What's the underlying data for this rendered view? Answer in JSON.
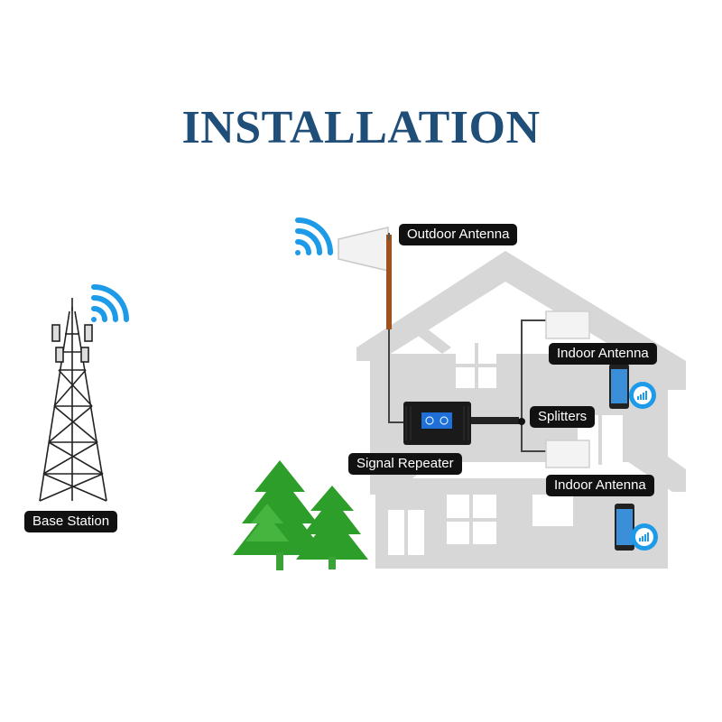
{
  "title": "INSTALLATION",
  "labels": {
    "outdoor_antenna": "Outdoor Antenna",
    "indoor_antenna_top": "Indoor Antenna",
    "splitters": "Splitters",
    "signal_repeater": "Signal Repeater",
    "indoor_antenna_bottom": "Indoor Antenna",
    "base_station": "Base Station"
  },
  "colors": {
    "title": "#1f4e79",
    "house": "#d7d7d7",
    "wifi": "#1e9be8",
    "tree": "#2e9e2a",
    "cable": "#444444"
  }
}
